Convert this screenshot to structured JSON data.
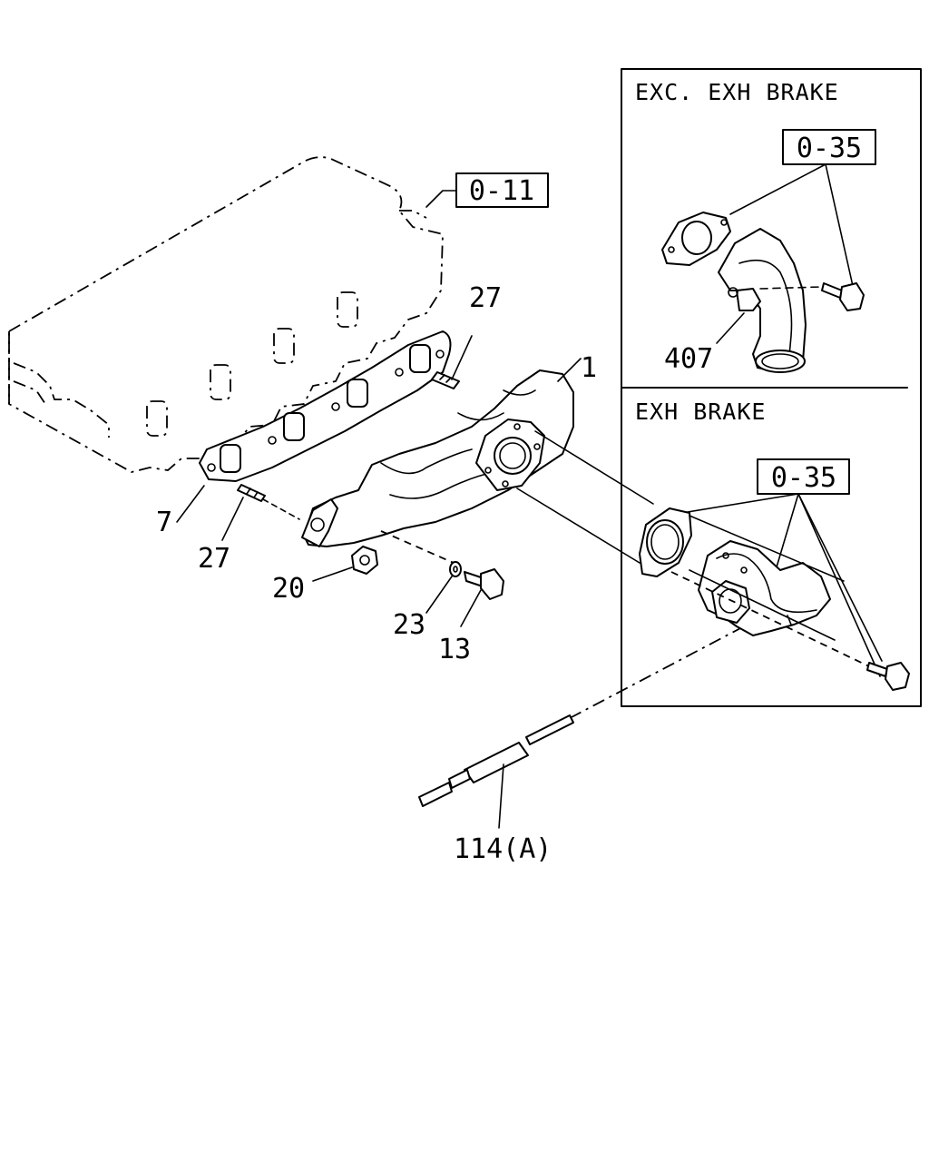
{
  "panels": {
    "top": {
      "title": "EXC. EXH BRAKE",
      "ref": "0-35",
      "part": "407"
    },
    "bottom": {
      "title": "EXH BRAKE",
      "ref": "0-35"
    }
  },
  "refs": {
    "head": "0-11"
  },
  "labels": {
    "manifold": "1",
    "gasket": "7",
    "stud_upper": "27",
    "stud_lower": "27",
    "nut": "20",
    "washer": "23",
    "bolt": "13",
    "hose": "114(A)"
  }
}
